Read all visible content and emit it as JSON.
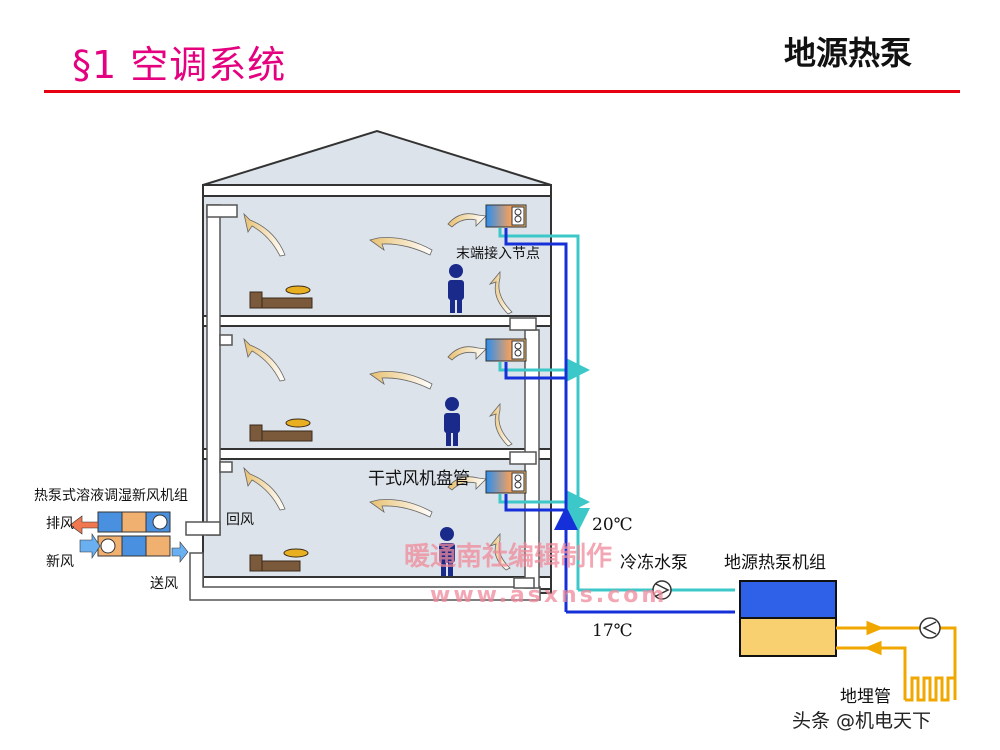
{
  "header": {
    "section_title": "§1 空调系统",
    "topic_title": "地源热泵"
  },
  "labels": {
    "terminal_node": "末端接入节点",
    "dry_fan_coil": "干式风机盘管",
    "fresh_air_unit": "热泵式溶液调湿新风机组",
    "exhaust_air": "排风",
    "fresh_air": "新风",
    "supply_air": "送风",
    "return_air": "回风",
    "supply_temp": "20℃",
    "return_temp": "17℃",
    "chilled_water_pump": "冷冻水泵",
    "heat_pump_unit": "地源热泵机组",
    "ground_loop": "地埋管"
  },
  "watermark": {
    "line1": "暖通南社编辑制作",
    "line2": "www.asxns.com"
  },
  "credit": "头条 @机电天下",
  "colors": {
    "title_magenta": "#e4007f",
    "rule_red": "#e60012",
    "supply_cyan": "#3cc8c8",
    "return_blue": "#1530d8",
    "ground_orange": "#f0a800",
    "room_fill": "#dde3ea"
  }
}
